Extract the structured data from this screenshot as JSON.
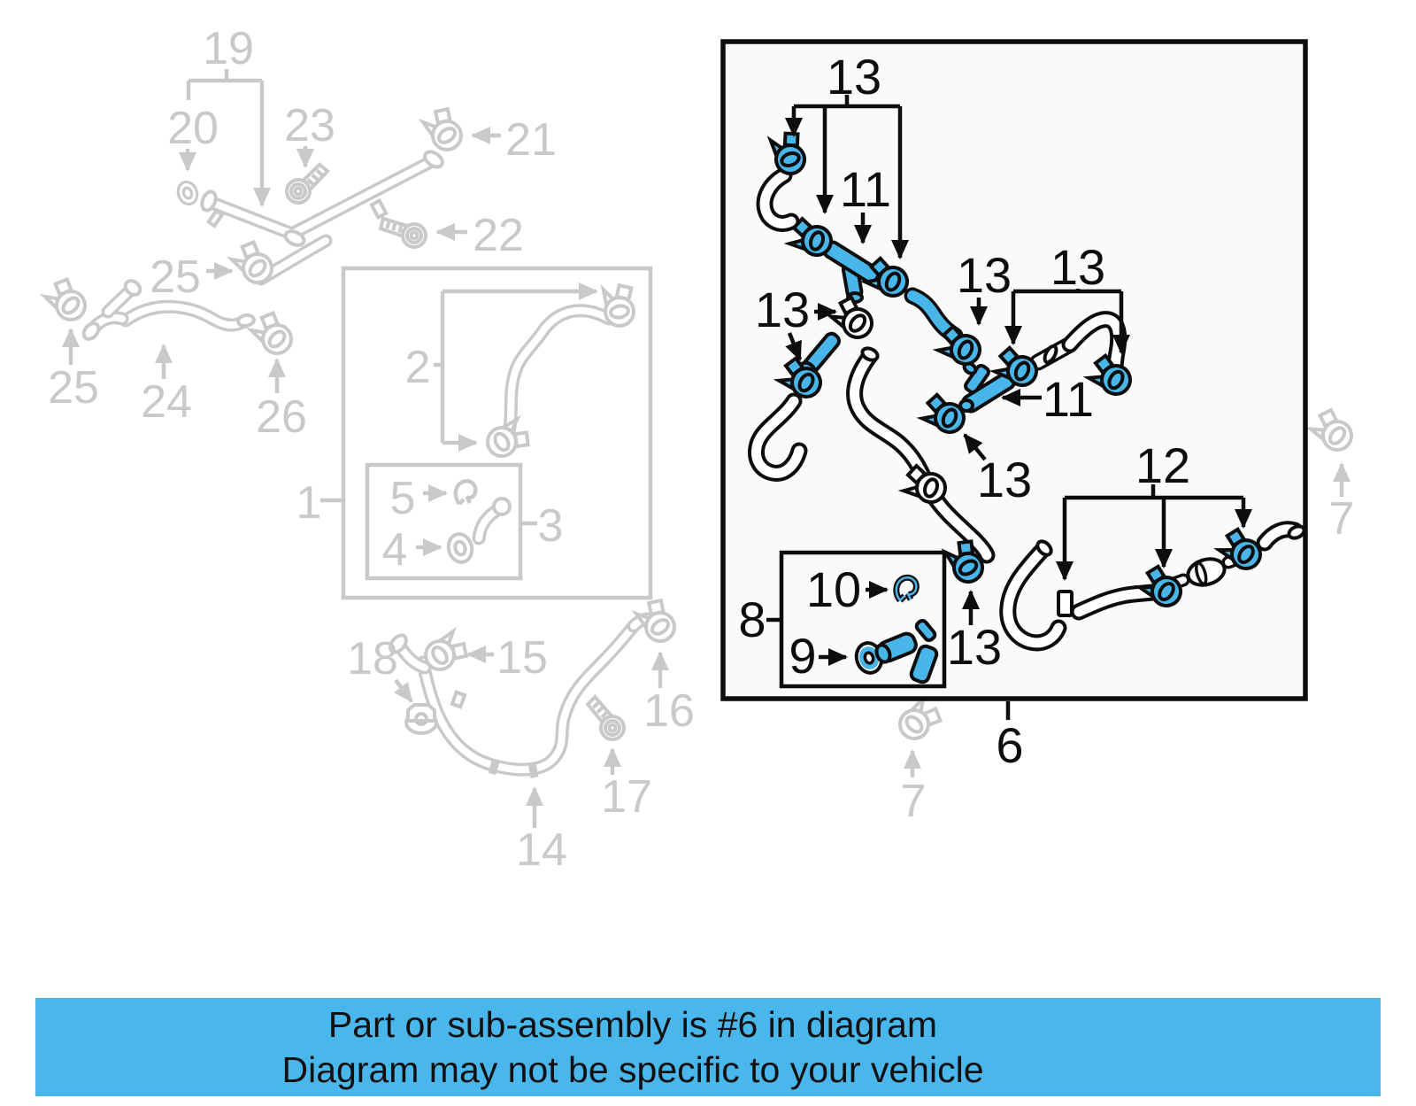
{
  "banner": {
    "line1": "Part or sub-assembly is #6 in diagram",
    "line2": "Diagram may not be specific to your vehicle"
  },
  "colors": {
    "highlight": "#49b6ea",
    "banner_bg": "#4ab7ec",
    "faded_gray": "#c9c9c9",
    "ink": "#0d0d0d"
  },
  "callouts": {
    "bg": [
      "19",
      "20",
      "23",
      "21",
      "22",
      "25",
      "25",
      "24",
      "26",
      "2",
      "1",
      "5",
      "4",
      "3",
      "18",
      "15",
      "16",
      "17",
      "14",
      "7",
      "7"
    ],
    "main": [
      "13",
      "11",
      "13",
      "13",
      "13",
      "11",
      "13",
      "13",
      "12",
      "8",
      "10",
      "9",
      "6"
    ]
  }
}
